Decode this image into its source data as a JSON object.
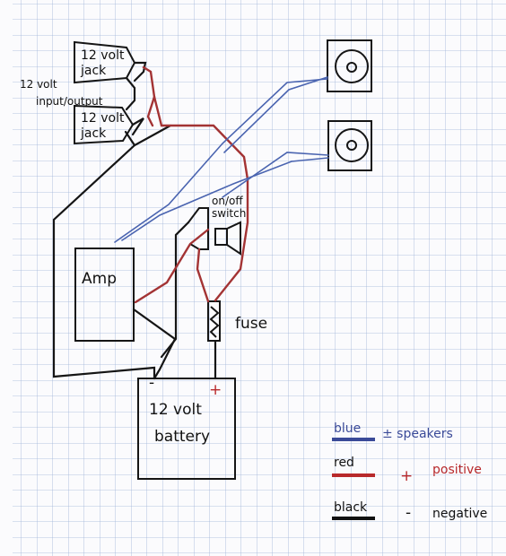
{
  "components": {
    "jack_top": [
      "12 volt",
      "jack"
    ],
    "jack_bottom": [
      "12 volt",
      "jack"
    ],
    "jack_note": [
      "12 volt",
      "input/output"
    ],
    "switch": [
      "on/off",
      "switch"
    ],
    "amp": "Amp",
    "fuse": "fuse",
    "battery": [
      "12 volt",
      "battery"
    ],
    "battery_minus": "-",
    "battery_plus": "+"
  },
  "legend": [
    {
      "word": "blue",
      "meaning": "± speakers",
      "color": "#3a4a98"
    },
    {
      "word": "red",
      "sign": "+",
      "meaning": "positive",
      "color": "#b8292b"
    },
    {
      "word": "black",
      "sign": "-",
      "meaning": "negative",
      "color": "#111111"
    }
  ],
  "colors": {
    "grid": "#9fb3d8",
    "wire_red": "#a33334",
    "wire_blue": "#4a64b0",
    "wire_black": "#151515"
  }
}
